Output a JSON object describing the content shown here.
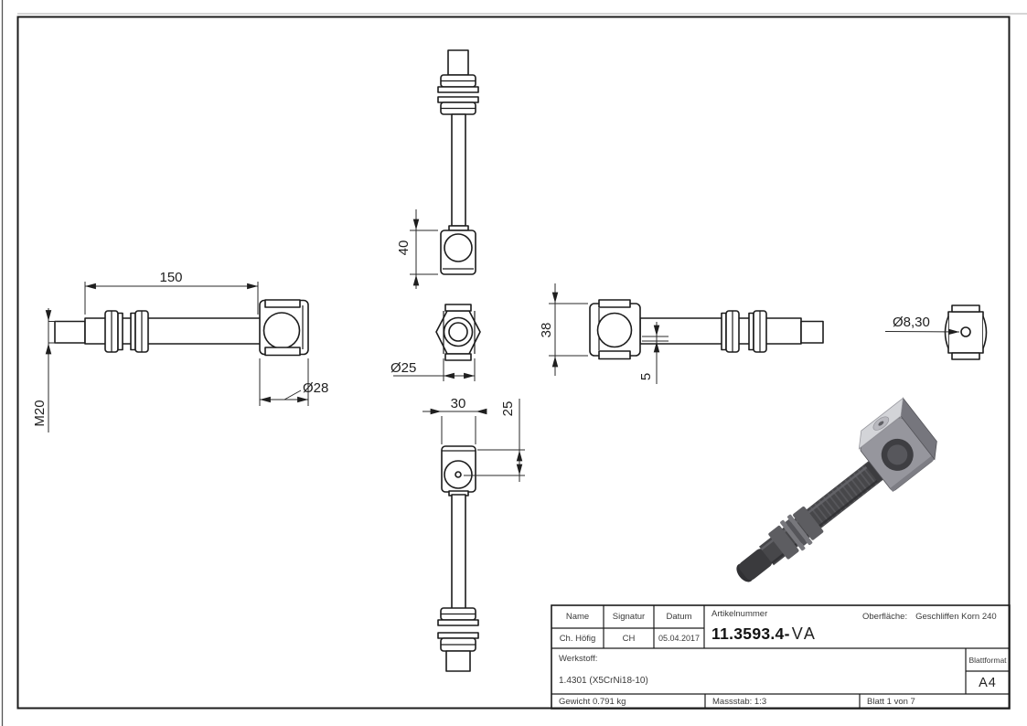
{
  "page": {
    "background": "#ffffff",
    "frame_color": "#1c1c1c",
    "line_color": "#1c1c1c",
    "dim_color": "#2a2a2a"
  },
  "views": {
    "side_left": {
      "length": "150",
      "thread": "M20",
      "bracket_diameter": "Ø28"
    },
    "top": {
      "bracket_height": "40"
    },
    "end": {
      "pin_diameter": "Ø25"
    },
    "side_right": {
      "bracket_width": "38",
      "plate_thickness": "5"
    },
    "bracket_side": {
      "hole_diameter": "Ø8,30"
    },
    "bottom": {
      "bracket_depth": "30",
      "hole_offset": "25"
    }
  },
  "render": {
    "shaft_color": "#47474a",
    "bracket_color": "#96969d",
    "bracket_top_color": "#d3d4d8"
  },
  "title_block": {
    "name_label": "Name",
    "signature_label": "Signatur",
    "date_label": "Datum",
    "article_label": "Artikelnummer",
    "surface_label": "Oberfläche:",
    "surface_value": "Geschliffen Korn 240",
    "name_value": "Ch. Höfig",
    "signature_value": "CH",
    "date_value": "05.04.2017",
    "article_value_main": "11.3593.4-",
    "article_value_suffix": "VA",
    "material_label": "Werkstoff:",
    "material_value": "1.4301 (X5CrNi18-10)",
    "weight_value": "Gewicht 0.791 kg",
    "scale_value": "Massstab: 1:3",
    "sheet_value": "Blatt 1 von 7",
    "format_label": "Blattformat",
    "format_value": "A4"
  }
}
